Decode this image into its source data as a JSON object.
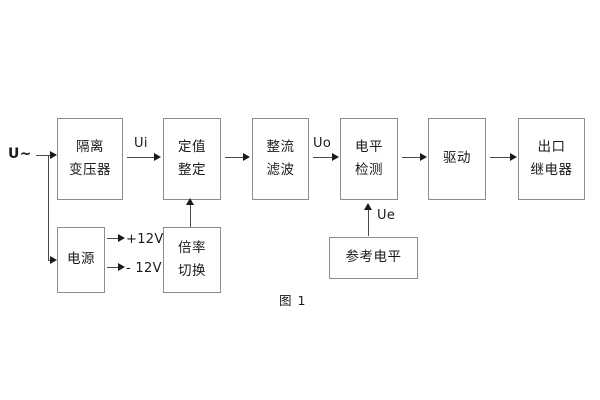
{
  "diagram": {
    "caption": "图 1",
    "background_color": "#ffffff",
    "block_border_color": "#8c8c8c",
    "connector_color": "#4a4a4a",
    "blocks": [
      {
        "id": "isolation",
        "line1": "隔离",
        "line2": "变压器"
      },
      {
        "id": "setting",
        "line1": "定值",
        "line2": "整定"
      },
      {
        "id": "rectifier",
        "line1": "整流",
        "line2": "滤波"
      },
      {
        "id": "leveldetect",
        "line1": "电平",
        "line2": "检测"
      },
      {
        "id": "driver",
        "line1": "驱动",
        "line2": ""
      },
      {
        "id": "outputrelay",
        "line1": "出口",
        "line2": "继电器"
      },
      {
        "id": "power",
        "line1": "电源",
        "line2": ""
      },
      {
        "id": "multiplier",
        "line1": "倍率",
        "line2": "切换"
      },
      {
        "id": "reference",
        "line1": "参考电平",
        "line2": ""
      }
    ],
    "signals": {
      "source": "U~",
      "ui": "Ui",
      "uo": "Uo",
      "ue": "Ue",
      "positive_rail": "+12V",
      "negative_rail": "- 12V"
    }
  }
}
